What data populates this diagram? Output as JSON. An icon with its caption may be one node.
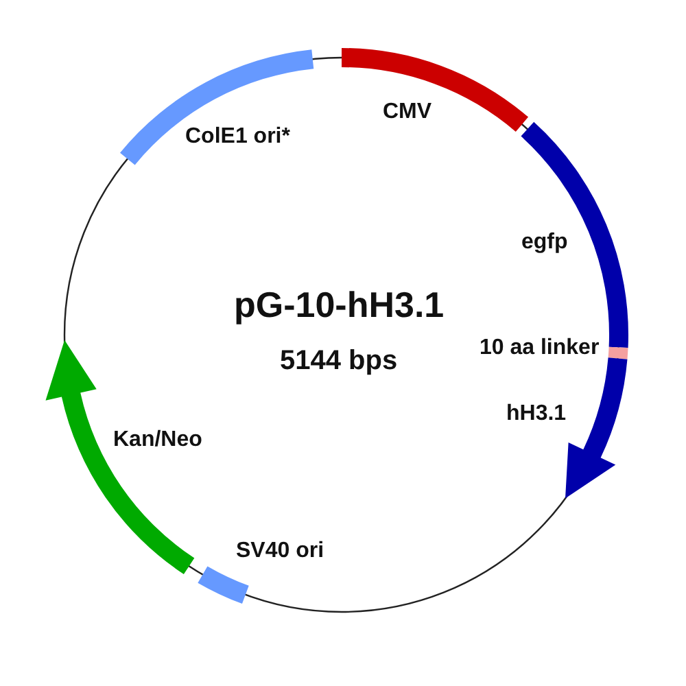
{
  "diagram": {
    "title": "pG-10-hH3.1",
    "nodes": [
      {
        "text": [
          "CMV"
        ]
      },
      {
        "text": [
          "egfp"
        ]
      },
      {
        "text": [
          "10 aa linker"
        ]
      },
      {
        "text": [
          "hH3.1"
        ]
      },
      {
        "text": [
          "SV40 ori"
        ]
      },
      {
        "text": [
          "Kan/Neo"
        ]
      },
      {
        "text": [
          "ColE1 ori*"
        ]
      }
    ],
    "labels": [
      "5144 bps"
    ]
  }
}
